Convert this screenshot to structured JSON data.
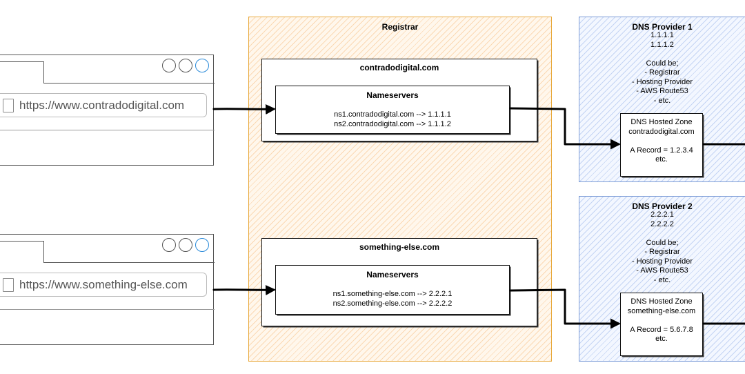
{
  "browsers": [
    {
      "url": "https://www.contradodigital.com"
    },
    {
      "url": "https://www.something-else.com"
    }
  ],
  "registrar": {
    "title": "Registrar",
    "domains": [
      {
        "name": "contradodigital.com",
        "nameservers_title": "Nameservers",
        "ns1": "ns1.contradodigital.com --> 1.1.1.1",
        "ns2": "ns2.contradodigital.com --> 1.1.1.2"
      },
      {
        "name": "something-else.com",
        "nameservers_title": "Nameservers",
        "ns1": "ns1.something-else.com --> 2.2.2.1",
        "ns2": "ns2.something-else.com --> 2.2.2.2"
      }
    ]
  },
  "providers": [
    {
      "title": "DNS Provider 1",
      "body": "1.1.1.1\n1.1.1.2\n\nCould be;\n- Registrar\n- Hosting Provider\n- AWS Route53\n- etc.",
      "zone": "DNS Hosted Zone\ncontradodigital.com\n\nA Record = 1.2.3.4\netc."
    },
    {
      "title": "DNS Provider 2",
      "body": "2.2.2.1\n2.2.2.2\n\nCould be;\n- Registrar\n- Hosting Provider\n- AWS Route53\n- etc.",
      "zone": "DNS Hosted Zone\nsomething-else.com\n\nA Record = 5.6.7.8\netc."
    }
  ],
  "colors": {
    "registrar_border": "#e8a93c",
    "provider_border": "#7a9ad6",
    "browser_circle_accent": "#2a8ad9"
  }
}
